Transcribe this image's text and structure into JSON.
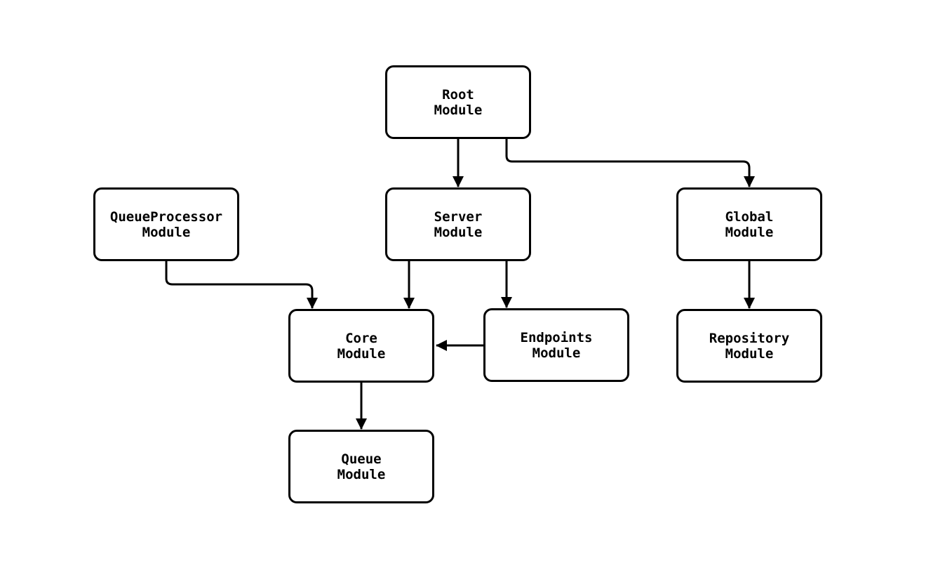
{
  "diagram": {
    "type": "module-dependency-flowchart",
    "background": "#ffffff",
    "colors": {
      "node_fill": "#ffffff",
      "node_border": "#000000",
      "edge": "#000000",
      "text": "#000000"
    },
    "nodes": {
      "root": {
        "label": "Root\nModule"
      },
      "queueprocessor": {
        "label": "QueueProcessor\nModule"
      },
      "server": {
        "label": "Server\nModule"
      },
      "global": {
        "label": "Global\nModule"
      },
      "core": {
        "label": "Core\nModule"
      },
      "endpoints": {
        "label": "Endpoints\nModule"
      },
      "repository": {
        "label": "Repository\nModule"
      },
      "queue": {
        "label": "Queue\nModule"
      }
    },
    "edges": [
      {
        "from": "Root Module",
        "to": "Server Module"
      },
      {
        "from": "Root Module",
        "to": "Global Module"
      },
      {
        "from": "QueueProcessor Module",
        "to": "Core Module"
      },
      {
        "from": "Server Module",
        "to": "Core Module"
      },
      {
        "from": "Server Module",
        "to": "Endpoints Module"
      },
      {
        "from": "Endpoints Module",
        "to": "Core Module"
      },
      {
        "from": "Global Module",
        "to": "Repository Module"
      },
      {
        "from": "Core Module",
        "to": "Queue Module"
      }
    ]
  }
}
